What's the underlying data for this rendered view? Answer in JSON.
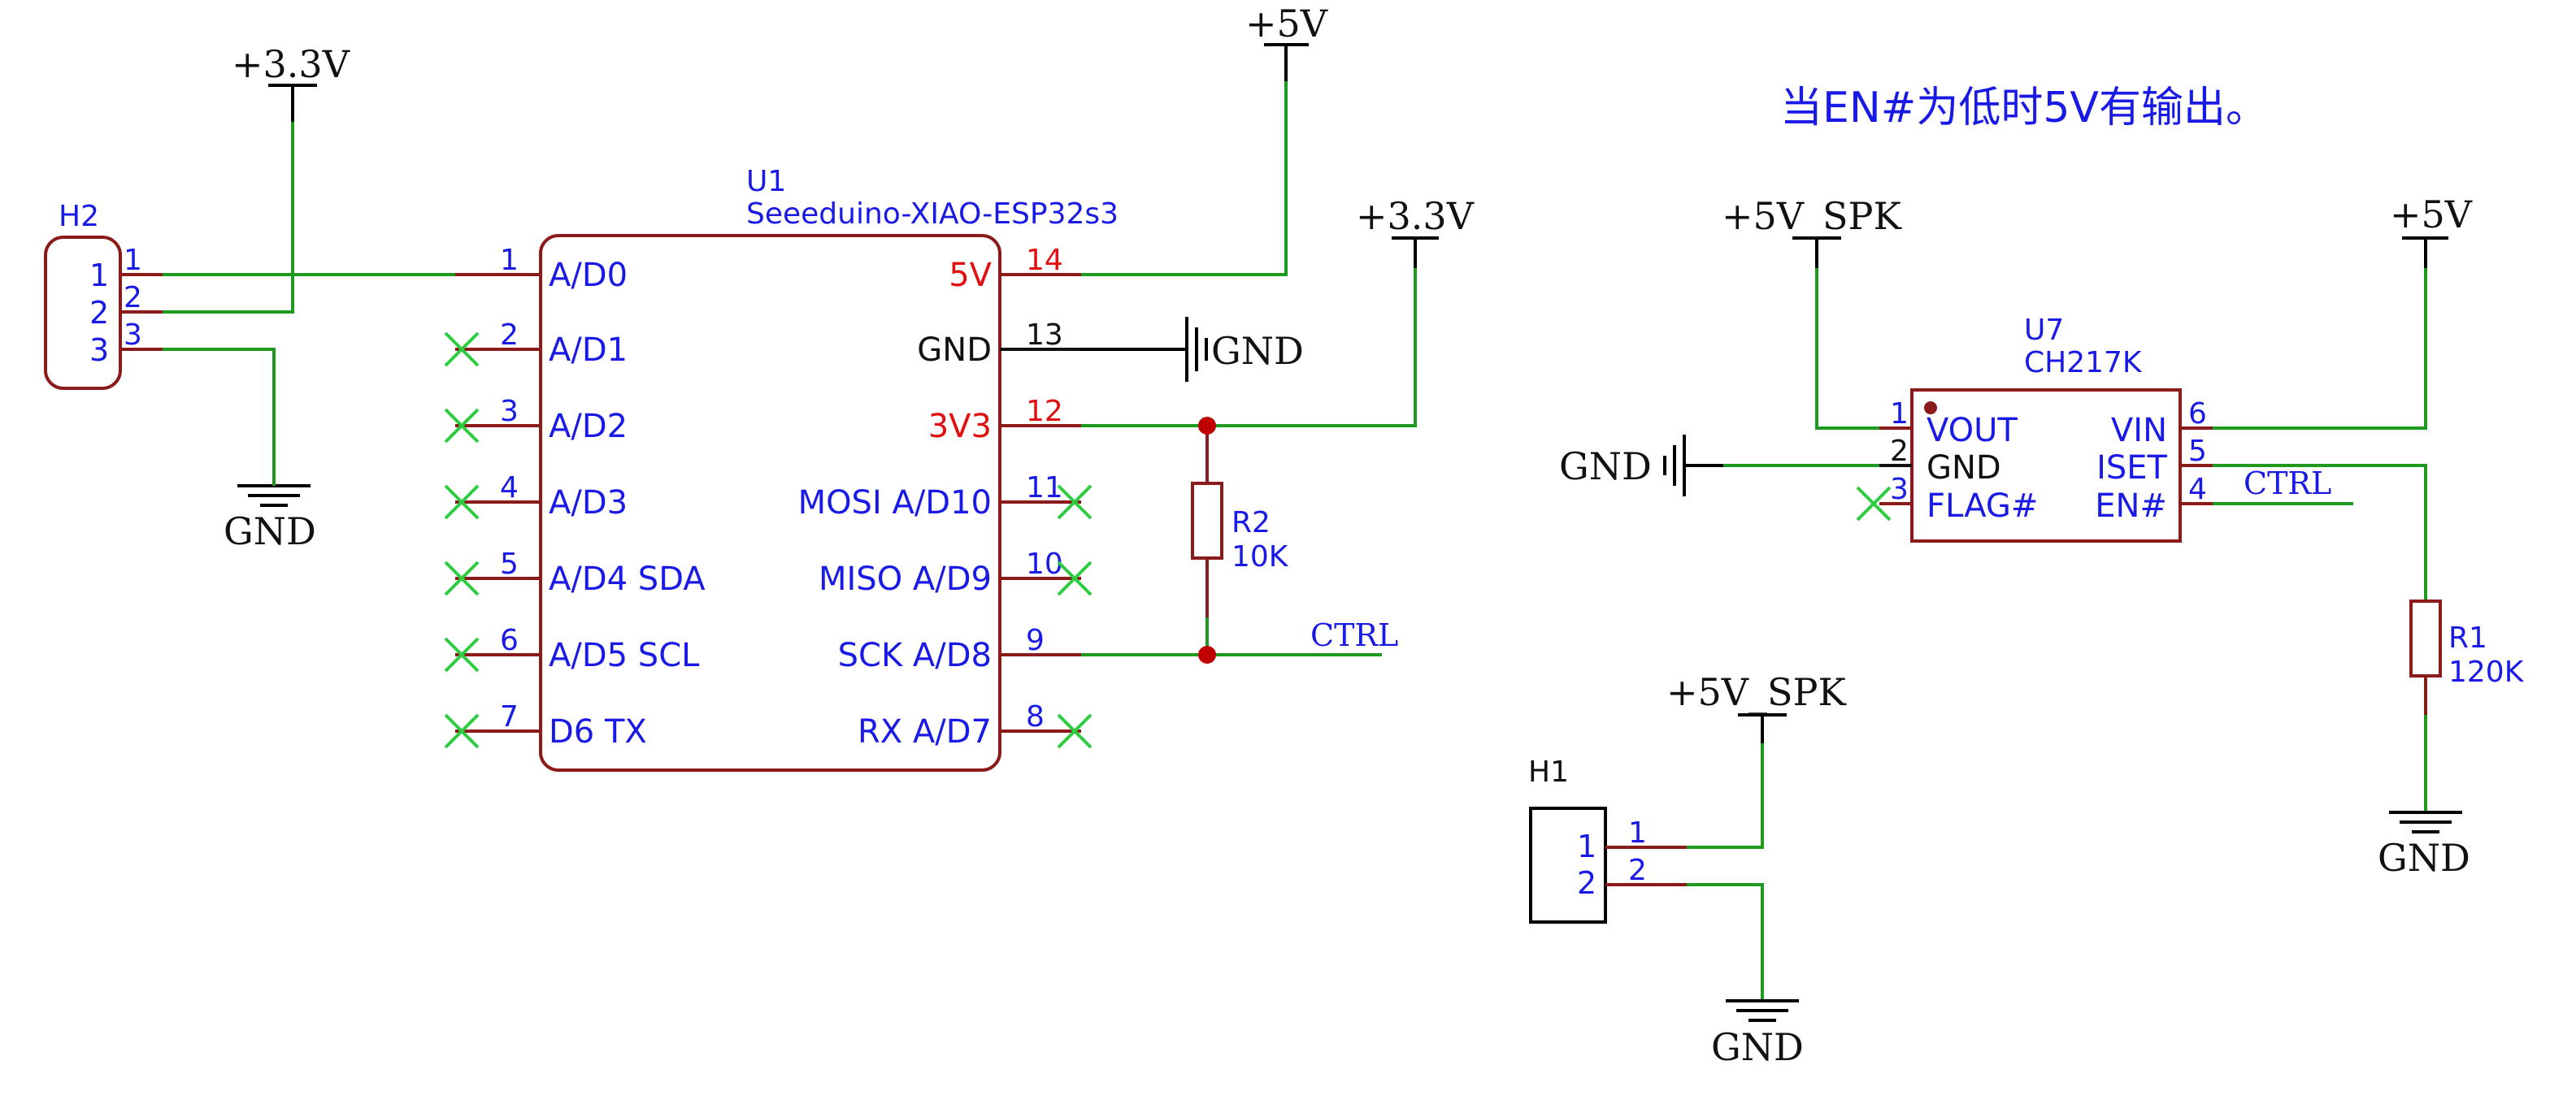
{
  "note": "当EN#为低时5V有输出。",
  "h2": {
    "ref": "H2",
    "pins": [
      "1",
      "2",
      "3"
    ],
    "pin_nums": [
      "1",
      "2",
      "3"
    ]
  },
  "h1": {
    "ref": "H1",
    "pins": [
      "1",
      "2"
    ],
    "pin_nums": [
      "1",
      "2"
    ]
  },
  "u1": {
    "ref": "U1",
    "value": "Seeeduino-XIAO-ESP32s3",
    "left_pins": [
      {
        "num": "1",
        "name": "A/D0"
      },
      {
        "num": "2",
        "name": "A/D1"
      },
      {
        "num": "3",
        "name": "A/D2"
      },
      {
        "num": "4",
        "name": "A/D3"
      },
      {
        "num": "5",
        "name": "A/D4 SDA"
      },
      {
        "num": "6",
        "name": "A/D5 SCL"
      },
      {
        "num": "7",
        "name": "D6 TX"
      }
    ],
    "right_pins": [
      {
        "num": "14",
        "name": "5V"
      },
      {
        "num": "13",
        "name": "GND"
      },
      {
        "num": "12",
        "name": "3V3"
      },
      {
        "num": "11",
        "name": "MOSI A/D10"
      },
      {
        "num": "10",
        "name": "MISO A/D9"
      },
      {
        "num": "9",
        "name": "SCK A/D8"
      },
      {
        "num": "8",
        "name": "RX A/D7"
      }
    ]
  },
  "u7": {
    "ref": "U7",
    "value": "CH217K",
    "left_pins": [
      {
        "num": "1",
        "name": "VOUT"
      },
      {
        "num": "2",
        "name": "GND"
      },
      {
        "num": "3",
        "name": "FLAG#"
      }
    ],
    "right_pins": [
      {
        "num": "6",
        "name": "VIN"
      },
      {
        "num": "5",
        "name": "ISET"
      },
      {
        "num": "4",
        "name": "EN#"
      }
    ]
  },
  "r2": {
    "ref": "R2",
    "value": "10K"
  },
  "r1": {
    "ref": "R1",
    "value": "120K"
  },
  "power": {
    "p33_a": "+3.3V",
    "p5_a": "+5V",
    "p33_b": "+3.3V",
    "p5spk_a": "+5V_SPK",
    "p5_b": "+5V",
    "p5spk_b": "+5V_SPK",
    "gnd_h2": "GND",
    "gnd_u1": "GND",
    "gnd_u7": "GND",
    "gnd_r1": "GND",
    "gnd_h1": "GND"
  },
  "nets": {
    "ctrl_a": "CTRL",
    "ctrl_b": "CTRL"
  },
  "colors": {
    "wire": "#1e9a1e",
    "symbol": "#8b1a1a",
    "label": "#1a1ae6",
    "power_pin": "#e01010",
    "junction": "#c00000",
    "no_connect": "#2ecc40"
  }
}
